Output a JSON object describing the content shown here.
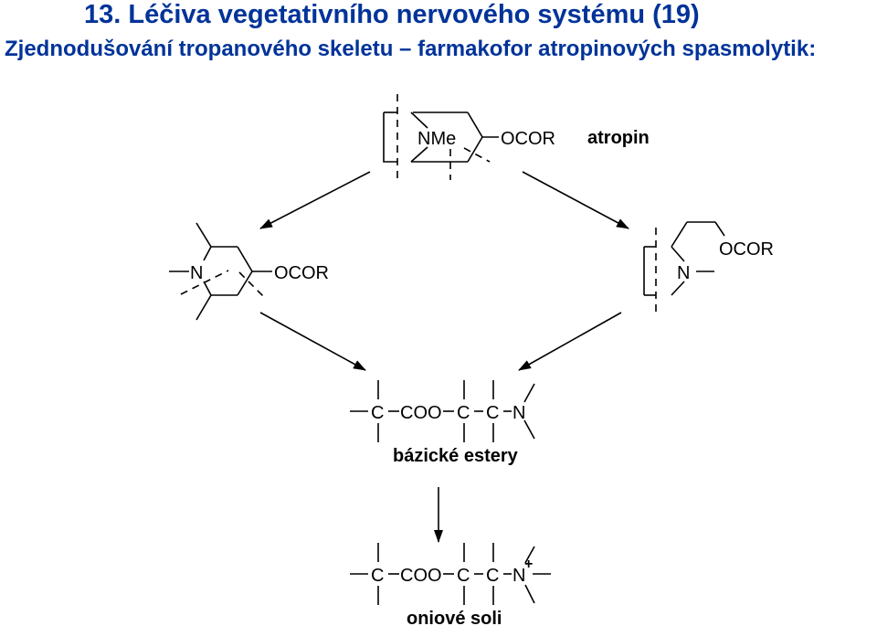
{
  "slide": {
    "title": "13. Léčiva vegetativního nervového systému (19)",
    "subtitle": "Zjednodušování tropanového skeletu – farmakofor atropinových spasmolytik:",
    "title_color": "#003399"
  },
  "top_structure": {
    "amine": "NMe",
    "ester": "OCOR",
    "label": "atropin"
  },
  "left_structure": {
    "amine": "N",
    "ester": "OCOR"
  },
  "right_structure": {
    "amine": "N",
    "ester": "OCOR"
  },
  "basic_esters": {
    "atoms": [
      "C",
      "COO",
      "C",
      "C",
      "N"
    ],
    "label": "bázické estery"
  },
  "onium_salts": {
    "atoms": [
      "C",
      "COO",
      "C",
      "C",
      "N"
    ],
    "charge": "+",
    "label": "oniové soli"
  }
}
